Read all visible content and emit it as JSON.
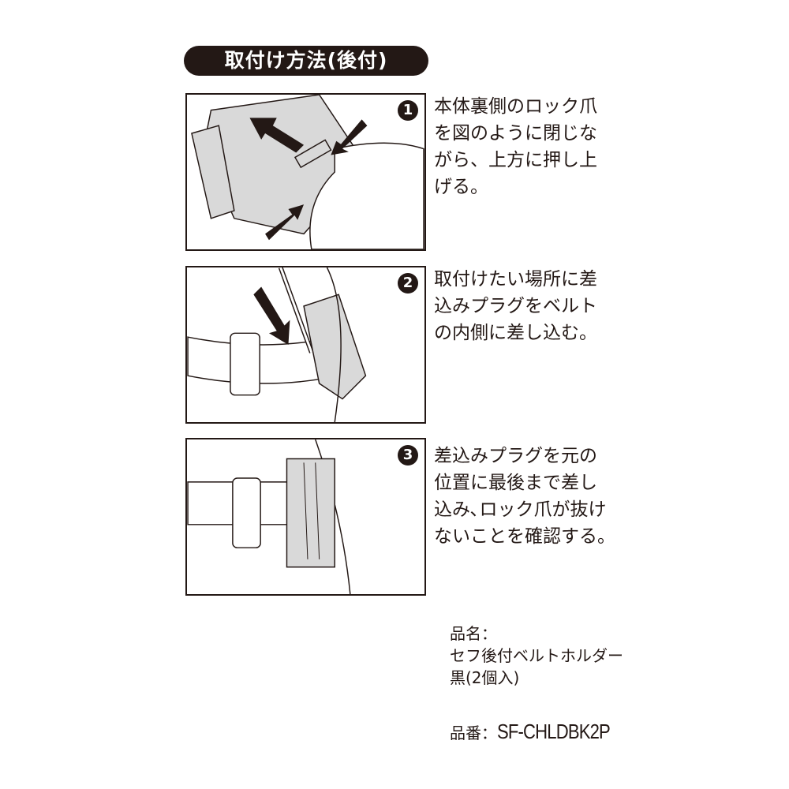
{
  "title": "取付け方法(後付)",
  "steps": [
    {
      "number": "1",
      "text": "本体裏側のロック爪\nを図のように閉じな\nがら、上方に押し上\nげる。"
    },
    {
      "number": "2",
      "text": "取付けたい場所に差\n込みプラグをベルト\nの内側に差し込む。"
    },
    {
      "number": "3",
      "text": "差込みプラグを元の\n位置に最後まで差し\n込み､ロック爪が抜け\nないことを確認する。"
    }
  ],
  "product": {
    "name_label": "品名：",
    "name_line1": "セフ後付ベルトホルダー",
    "name_line2": "黒(2個入)",
    "number_label": "品番：",
    "number_value": "SF-CHLDBK2P"
  },
  "colors": {
    "ink": "#231815",
    "device": "#d9d9d9"
  }
}
